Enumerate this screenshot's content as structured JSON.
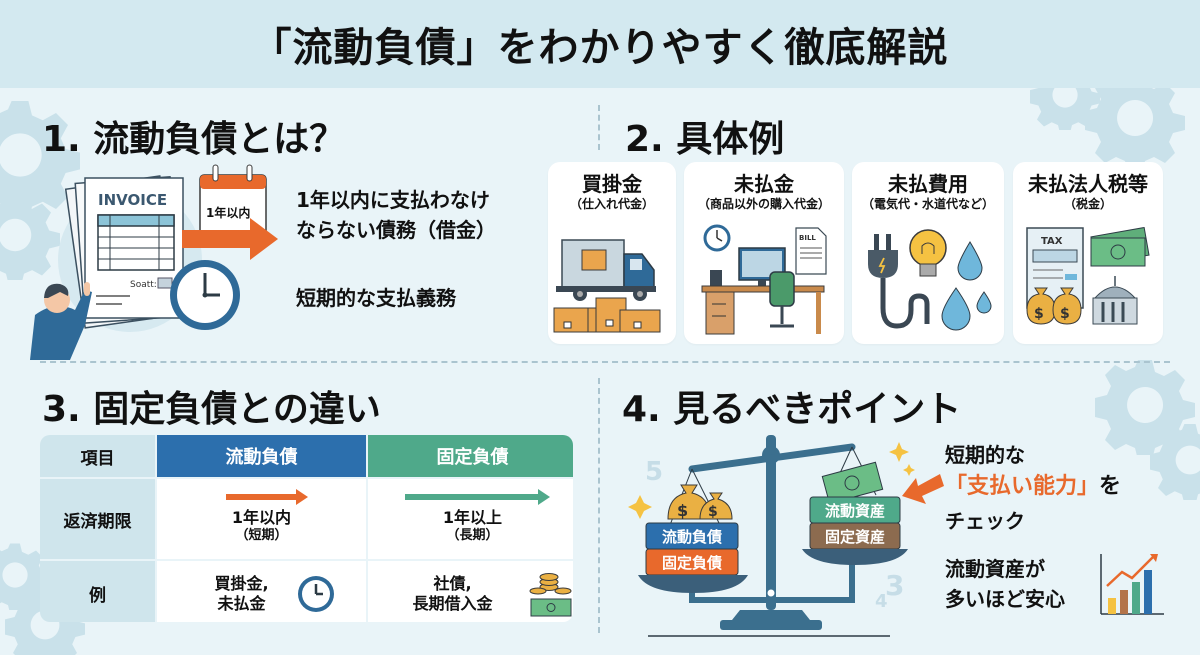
{
  "header": {
    "title": "「流動負債」をわかりやすく徹底解説"
  },
  "section1": {
    "title": "1. 流動負債とは？",
    "illustration": {
      "invoice_label": "INVOICE",
      "invoice_field": "Soatt:",
      "calendar_label": "1年以内"
    },
    "definition_line1": "1年以内に支払わなけ",
    "definition_line2": "ならない債務（借金）",
    "summary": "短期的な支払義務"
  },
  "section2": {
    "title": "2. 具体例",
    "cards": [
      {
        "title": "買掛金",
        "subtitle": "（仕入れ代金）",
        "icon": "delivery-truck-icon"
      },
      {
        "title": "未払金",
        "subtitle": "（商品以外の購入代金）",
        "icon": "office-desk-icon",
        "bill_label": "BILL"
      },
      {
        "title": "未払費用",
        "subtitle": "（電気代・水道代など）",
        "icon": "utilities-icon"
      },
      {
        "title": "未払法人税等",
        "subtitle": "（税金）",
        "icon": "tax-icon",
        "tax_label": "TAX"
      }
    ]
  },
  "section3": {
    "title": "3. 固定負債との違い",
    "table": {
      "headers": [
        "項目",
        "流動負債",
        "固定負債"
      ],
      "rows": [
        {
          "label": "返済期限",
          "current_main": "1年以内",
          "current_sub": "（短期）",
          "fixed_main": "1年以上",
          "fixed_sub": "（長期）"
        },
        {
          "label": "例",
          "current_line1": "買掛金,",
          "current_line2": "未払金",
          "fixed_line1": "社債,",
          "fixed_line2": "長期借入金"
        }
      ]
    }
  },
  "section4": {
    "title": "4. 見るべきポイント",
    "scale": {
      "left_top": "流動負債",
      "left_bottom": "固定負債",
      "right_top": "流動資産",
      "right_bottom": "固定資産",
      "deco_numbers": [
        "5",
        "4",
        "3"
      ]
    },
    "point_line1": "短期的な",
    "point_highlight": "「支払い能力」",
    "point_suffix": "を",
    "point_line3": "チェック",
    "note_line1": "流動資産が",
    "note_line2": "多いほど安心"
  },
  "colors": {
    "background": "#e9f4f8",
    "header_band": "#d3e9f0",
    "blue": "#2c6fad",
    "green": "#4fa98a",
    "orange": "#e8692c",
    "brown": "#8c6b4f",
    "navy": "#3b5f7a"
  }
}
